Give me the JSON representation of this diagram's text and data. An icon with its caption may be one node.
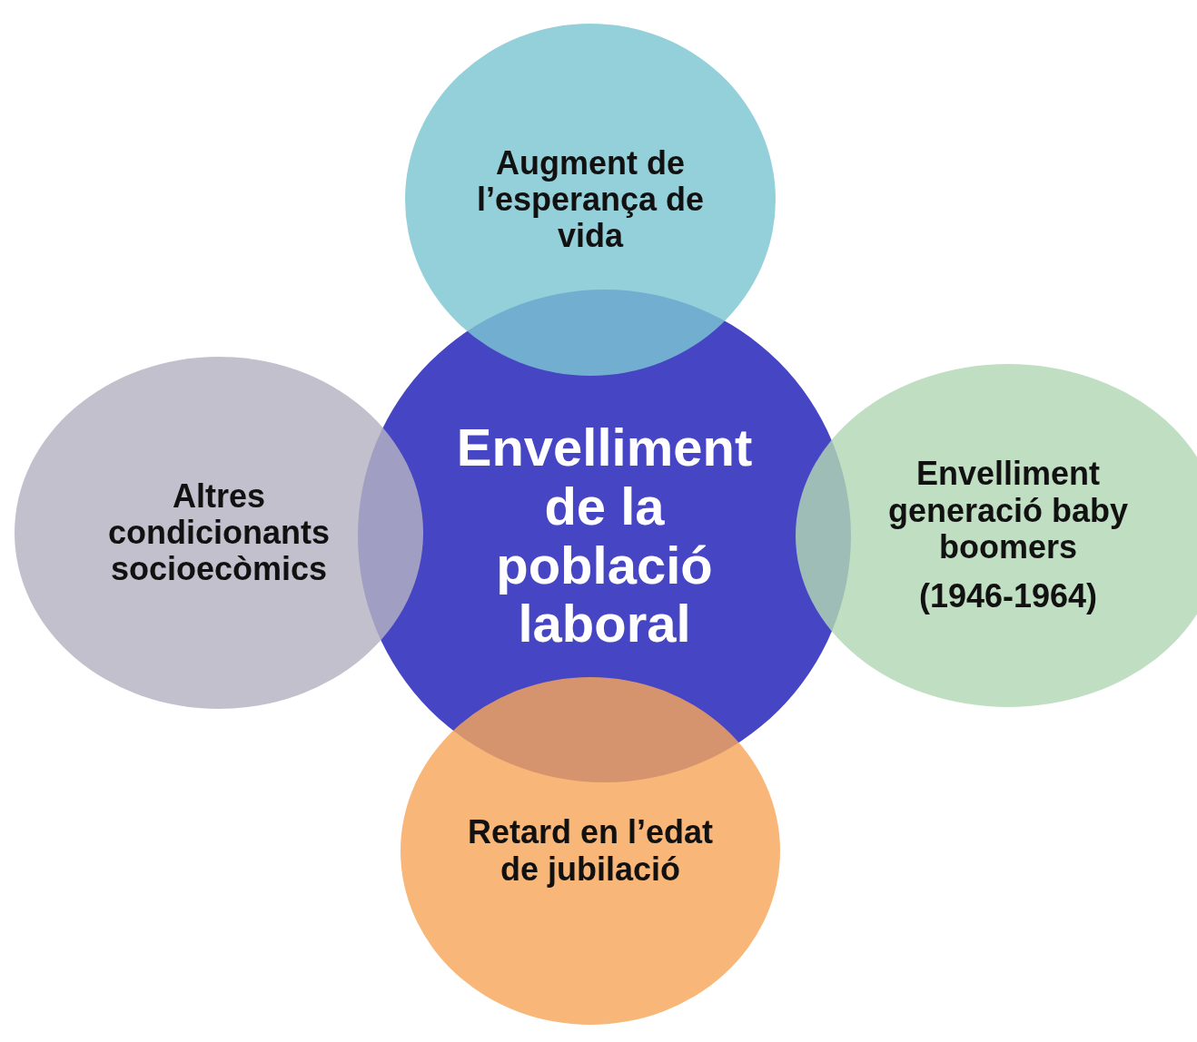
{
  "diagram": {
    "nodes": [
      {
        "text": [
          "Augment de l’esperança de vida"
        ]
      },
      {
        "text": [
          "Altres condicionants socioecòmics"
        ]
      },
      {
        "text": [
          "Envelliment de la població laboral"
        ]
      },
      {
        "text": [
          "Envelliment generació baby boomers",
          "(1946-1964)"
        ]
      },
      {
        "text": [
          "Retard en l’edat de jubilació"
        ]
      }
    ]
  }
}
